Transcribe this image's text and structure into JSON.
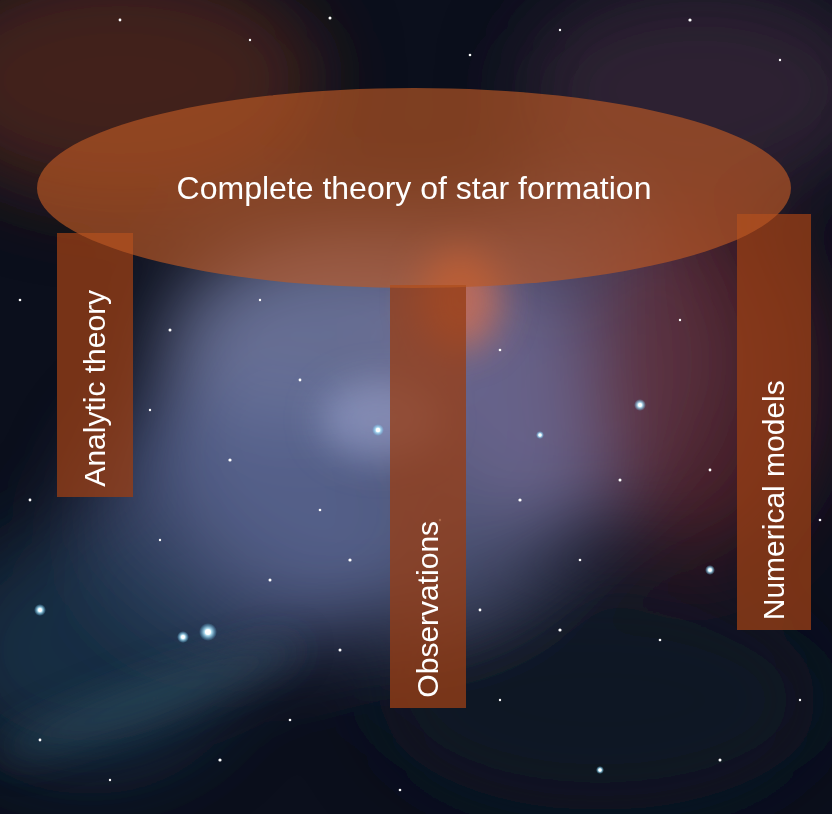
{
  "diagram": {
    "nodes": [
      {
        "text": [
          "Complete theory of star formation"
        ]
      },
      {
        "text": [
          "Analytic theory"
        ]
      },
      {
        "text": [
          "Observations"
        ]
      },
      {
        "text": [
          "Numerical models"
        ]
      }
    ]
  }
}
